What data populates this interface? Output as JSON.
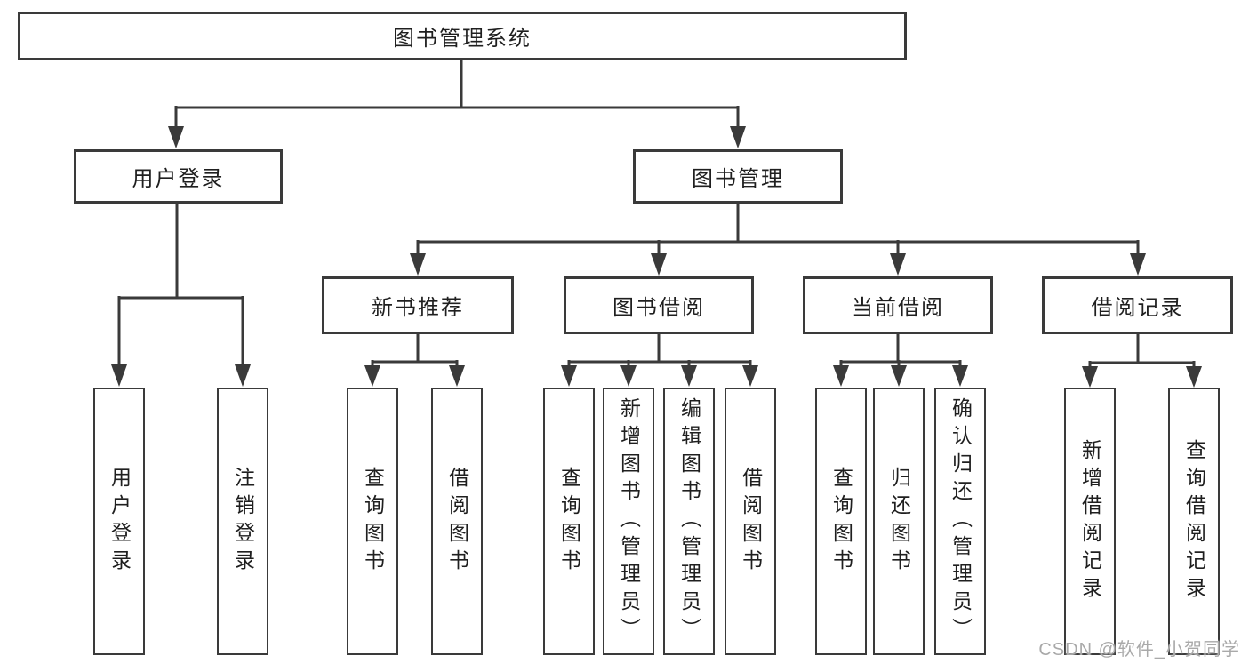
{
  "diagram": {
    "title": "图书管理系统",
    "branches": [
      {
        "label": "用户登录",
        "children": [
          {
            "label": "用户登录"
          },
          {
            "label": "注销登录"
          }
        ]
      },
      {
        "label": "图书管理",
        "children": [
          {
            "label": "新书推荐",
            "children": [
              {
                "label": "查询图书"
              },
              {
                "label": "借阅图书"
              }
            ]
          },
          {
            "label": "图书借阅",
            "children": [
              {
                "label": "查询图书"
              },
              {
                "label": "新增图书（管理员）"
              },
              {
                "label": "编辑图书（管理员）"
              },
              {
                "label": "借阅图书"
              }
            ]
          },
          {
            "label": "当前借阅",
            "children": [
              {
                "label": "查询图书"
              },
              {
                "label": "归还图书"
              },
              {
                "label": "确认归还（管理员）"
              }
            ]
          },
          {
            "label": "借阅记录",
            "children": [
              {
                "label": "新增借阅记录"
              },
              {
                "label": "查询借阅记录"
              }
            ]
          }
        ]
      }
    ]
  },
  "colors": {
    "line": "#3a3a3a",
    "text": "#1f1f1f",
    "watermark_gray": "#a9a9a9",
    "background": "#ffffff"
  },
  "watermark": {
    "text": "CSDN @软件_小贺同学"
  }
}
